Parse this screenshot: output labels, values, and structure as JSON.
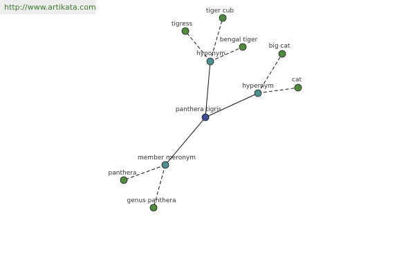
{
  "header": {
    "url": "http://www.artikata.com"
  },
  "colors": {
    "center": "#3f4f8f",
    "relation": "#4f8f8f",
    "leaf": "#4f8a3f"
  },
  "graph": {
    "nodes": [
      {
        "id": "panthera-tigris",
        "label": "panthera tigris",
        "kind": "center"
      },
      {
        "id": "hyponym",
        "label": "hyponym",
        "kind": "relation"
      },
      {
        "id": "hypernym",
        "label": "hypernym",
        "kind": "relation"
      },
      {
        "id": "member-meronym",
        "label": "member meronym",
        "kind": "relation"
      },
      {
        "id": "tigress",
        "label": "tigress",
        "kind": "leaf"
      },
      {
        "id": "tiger-cub",
        "label": "tiger cub",
        "kind": "leaf"
      },
      {
        "id": "bengal-tiger",
        "label": "bengal tiger",
        "kind": "leaf"
      },
      {
        "id": "big-cat",
        "label": "big cat",
        "kind": "leaf"
      },
      {
        "id": "cat",
        "label": "cat",
        "kind": "leaf"
      },
      {
        "id": "panthera",
        "label": "panthera",
        "kind": "leaf"
      },
      {
        "id": "genus-panthera",
        "label": "genus panthera",
        "kind": "leaf"
      }
    ],
    "edges": [
      {
        "from": "panthera-tigris",
        "to": "hyponym",
        "style": "solid"
      },
      {
        "from": "panthera-tigris",
        "to": "hypernym",
        "style": "solid"
      },
      {
        "from": "panthera-tigris",
        "to": "member-meronym",
        "style": "solid"
      },
      {
        "from": "hyponym",
        "to": "tigress",
        "style": "dashed"
      },
      {
        "from": "hyponym",
        "to": "tiger-cub",
        "style": "dashed"
      },
      {
        "from": "hyponym",
        "to": "bengal-tiger",
        "style": "dashed"
      },
      {
        "from": "hypernym",
        "to": "big-cat",
        "style": "dashed"
      },
      {
        "from": "hypernym",
        "to": "cat",
        "style": "dashed"
      },
      {
        "from": "member-meronym",
        "to": "panthera",
        "style": "dashed"
      },
      {
        "from": "member-meronym",
        "to": "genus-panthera",
        "style": "dashed"
      }
    ]
  }
}
